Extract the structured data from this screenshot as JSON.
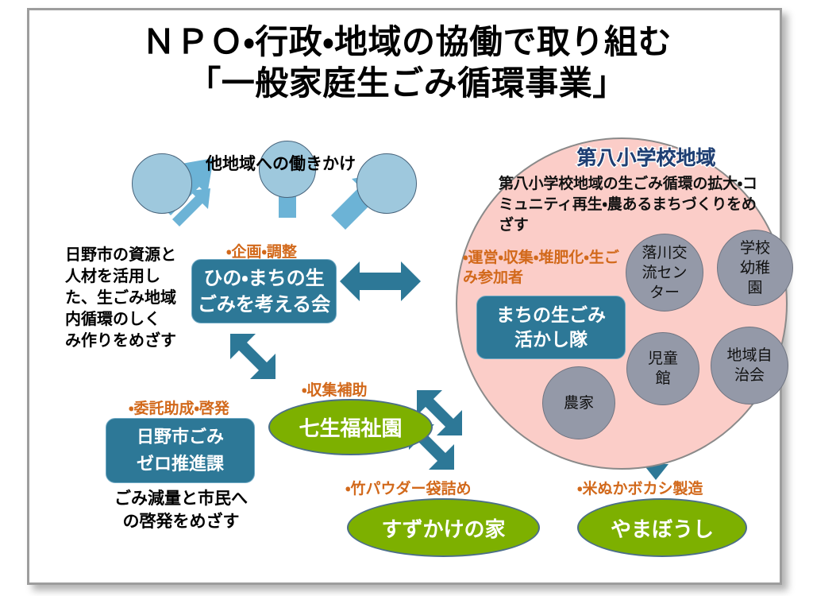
{
  "title": {
    "line1": "ＮＰＯ・行政・地域の協働で取り組む",
    "line2": "「一般家庭生ごみ循環事業」"
  },
  "colors": {
    "teal": "#2d7897",
    "pale_blue": "#9ec8dd",
    "pink": "#fbcdc8",
    "green": "#7db000",
    "gray_circle": "#9499a8",
    "orange_text": "#d2691b",
    "navy_heading": "#1f3f73",
    "arrow_light_blue": "#6cb3d6",
    "arrow_dark_teal": "#2d7897",
    "frame_border": "#9d9d9d"
  },
  "top_area": {
    "other_regions_label": "他地域への働きかけ",
    "circles": [
      {
        "name": "other-region-circle-left"
      },
      {
        "name": "other-region-circle-center"
      },
      {
        "name": "other-region-circle-right"
      }
    ]
  },
  "left_column": {
    "planning_caption": "・企画・調整",
    "core_group_box": {
      "line1": "ひの・まちの生",
      "line2": "ごみを考える会"
    },
    "hino_note": "日野市の資源と人材を活用した、生ごみ地域内循環のしくみ作りをめざす",
    "commission_caption": "・委託助成・啓発",
    "hino_city_box": {
      "line1": "日野市ごみ",
      "line2": "ゼロ推進課"
    },
    "hino_city_note": "ごみ減量と市民へ\nの啓発をめざす"
  },
  "pink_region": {
    "heading": "第八小学校地域",
    "description": "第八小学校地域の生ごみ循環の拡大・コミュニティ再生・農あるまちづくりをめざす",
    "operations_caption": "・運営・収集・堆肥化・生ごみ参加者",
    "team_box": {
      "line1": "まちの生ごみ",
      "line2": "活かし隊"
    },
    "member_circles": [
      {
        "name": "ochikawa-center",
        "label": "落川交流センター"
      },
      {
        "name": "school-kindergarten",
        "label": "学校幼稚園"
      },
      {
        "name": "childrens-hall",
        "label": "児童館"
      },
      {
        "name": "neighborhood-association",
        "label": "地域自治会"
      },
      {
        "name": "farmers",
        "label": "農家"
      }
    ]
  },
  "partners": [
    {
      "name": "nanao-fukushien",
      "caption": "・収集補助",
      "label": "七生福祉園"
    },
    {
      "name": "suzukake-no-ie",
      "caption": "・竹パウダー袋詰め",
      "label": "すずかけの家"
    },
    {
      "name": "yamaboushi",
      "caption": "・米ぬかボカシ製造",
      "label": "やまぼうし"
    }
  ],
  "arrows": [
    {
      "name": "arrow-to-other-region-left",
      "style": "single-light-blue"
    },
    {
      "name": "arrow-to-other-region-center",
      "style": "single-light-blue"
    },
    {
      "name": "arrow-to-other-region-right",
      "style": "single-light-blue"
    },
    {
      "name": "arrow-core-group-to-pink-region",
      "style": "double-dark-teal"
    },
    {
      "name": "arrow-core-group-to-hino-city",
      "style": "double-dark-teal"
    },
    {
      "name": "arrow-nanao-to-pink-region",
      "style": "double-dark-teal"
    },
    {
      "name": "arrow-suzukake-to-pink-region",
      "style": "double-dark-teal"
    },
    {
      "name": "arrow-yamaboushi-to-pink-region",
      "style": "double-dark-teal"
    }
  ]
}
